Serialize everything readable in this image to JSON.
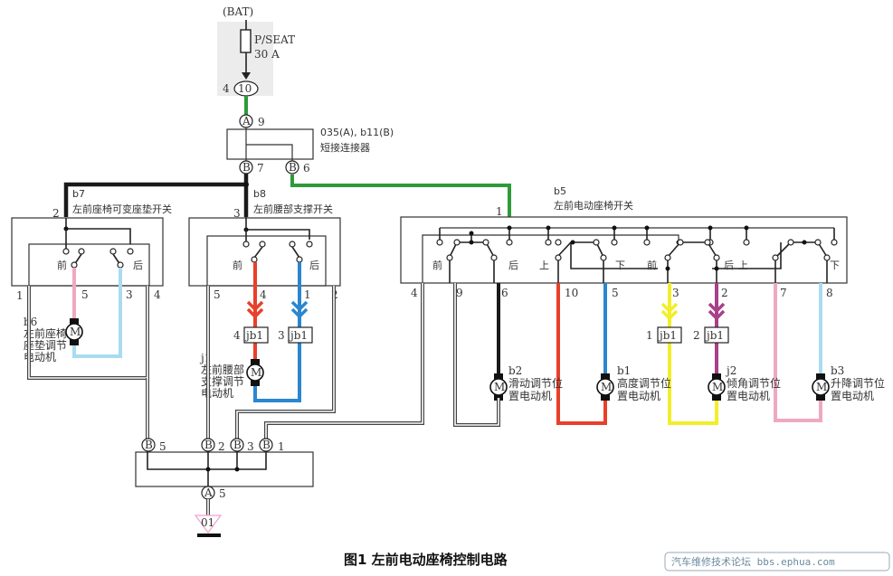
{
  "power": {
    "source": "(BAT)",
    "fuse_name": "P/SEAT",
    "fuse_rating": "30 A",
    "oval_connector": "10",
    "oval_pin": "4"
  },
  "short_connector": {
    "label_codes": "035(A), b11(B)",
    "label_name": "短接连接器",
    "pin_in": "A",
    "pin_in_no": "9",
    "pin_out1": "B",
    "pin_out1_no": "7",
    "pin_out2": "B",
    "pin_out2_no": "6"
  },
  "b7": {
    "code": "b7",
    "name": "左前座椅可变座垫开关",
    "pin_top": "2",
    "front": "前",
    "rear": "后",
    "pins": [
      "1",
      "5",
      "3",
      "4"
    ]
  },
  "b8": {
    "code": "b8",
    "name": "左前腰部支撑开关",
    "pin_top": "3",
    "front": "前",
    "rear": "后",
    "pins": [
      "5",
      "4",
      "1",
      "2"
    ]
  },
  "b5": {
    "code": "b5",
    "name": "左前电动座椅开关",
    "pin_top": "1",
    "positions": [
      "前",
      "后",
      "上",
      "下",
      "前",
      "后",
      "上",
      "下"
    ],
    "pins": [
      "4",
      "9",
      "6",
      "10",
      "5",
      "3",
      "2",
      "7",
      "8"
    ]
  },
  "motors": {
    "b6": {
      "code": "b6",
      "line1": "左前座椅",
      "line2": "座垫调节",
      "line3": "电动机"
    },
    "j1": {
      "code": "j1",
      "line1": "左前腰部",
      "line2": "支撑调节",
      "line3": "电动机"
    },
    "b2": {
      "code": "b2",
      "line1": "滑动调节位",
      "line2": "置电动机"
    },
    "b1": {
      "code": "b1",
      "line1": "高度调节位",
      "line2": "置电动机"
    },
    "j2": {
      "code": "j2",
      "line1": "倾角调节位",
      "line2": "置电动机"
    },
    "b3": {
      "code": "b3",
      "line1": "升降调节位",
      "line2": "置电动机"
    },
    "symbol": "M"
  },
  "junctions": [
    {
      "label": "jb1",
      "pin": "4"
    },
    {
      "label": "jb1",
      "pin": "3"
    },
    {
      "label": "jb1",
      "pin": "1"
    },
    {
      "label": "jb1",
      "pin": "2"
    }
  ],
  "ground_connector": {
    "pins": [
      {
        "c": "B",
        "n": "5"
      },
      {
        "c": "B",
        "n": "2"
      },
      {
        "c": "B",
        "n": "3"
      },
      {
        "c": "B",
        "n": "1"
      }
    ],
    "out": {
      "c": "A",
      "n": "5"
    },
    "ground": "01"
  },
  "caption": "图1   左前电动座椅控制电路",
  "watermark": "汽车维修技术论坛 bbs.ephua.com",
  "colors": {
    "green": "#2e9a3a",
    "black": "#1a1a1a",
    "red": "#e8402a",
    "blue": "#2a86d0",
    "light_blue": "#a9dcf0",
    "pink": "#f0a8c0",
    "yellow": "#f2ee2a",
    "purple": "#a8408a"
  }
}
